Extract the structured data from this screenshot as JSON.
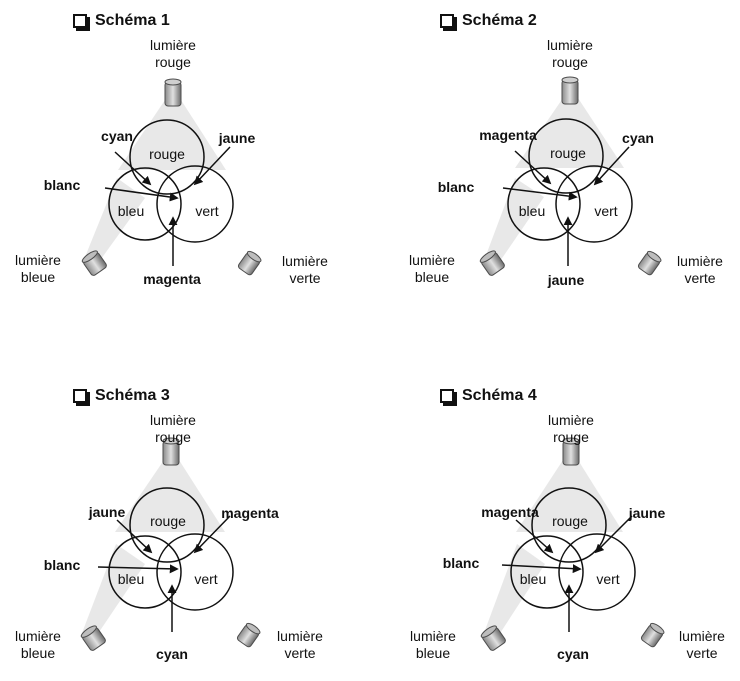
{
  "schemas": [
    {
      "title": "Schéma 1",
      "light_red": [
        "lumière",
        "rouge"
      ],
      "light_blue": [
        "lumière",
        "bleue"
      ],
      "light_green": [
        "lumière",
        "verte"
      ],
      "circle_labels": {
        "top": "rouge",
        "left": "bleu",
        "right": "vert"
      },
      "labels": {
        "top_left": "cyan",
        "top_right": "jaune",
        "left": "blanc",
        "bottom": "magenta"
      }
    },
    {
      "title": "Schéma 2",
      "light_red": [
        "lumière",
        "rouge"
      ],
      "light_blue": [
        "lumière",
        "bleue"
      ],
      "light_green": [
        "lumière",
        "verte"
      ],
      "circle_labels": {
        "top": "rouge",
        "left": "bleu",
        "right": "vert"
      },
      "labels": {
        "top_left": "magenta",
        "top_right": "cyan",
        "left": "blanc",
        "bottom": "jaune"
      }
    },
    {
      "title": "Schéma 3",
      "light_red": [
        "lumière",
        "rouge"
      ],
      "light_blue": [
        "lumière",
        "bleue"
      ],
      "light_green": [
        "lumière",
        "verte"
      ],
      "circle_labels": {
        "top": "rouge",
        "left": "bleu",
        "right": "vert"
      },
      "labels": {
        "top_left": "jaune",
        "top_right": "magenta",
        "left": "blanc",
        "bottom": "cyan"
      }
    },
    {
      "title": "Schéma 4",
      "light_red": [
        "lumière",
        "rouge"
      ],
      "light_blue": [
        "lumière",
        "bleue"
      ],
      "light_green": [
        "lumière",
        "verte"
      ],
      "circle_labels": {
        "top": "rouge",
        "left": "bleu",
        "right": "vert"
      },
      "labels": {
        "top_left": "magenta",
        "top_right": "jaune",
        "left": "blanc",
        "bottom": "cyan"
      }
    }
  ],
  "colors": {
    "stroke": "#111111",
    "beam": "#d6d6d6",
    "lamp_light": "#bdbdbd",
    "lamp_dark": "#5a5a5a"
  },
  "icons": {
    "title_box": "checkbox-icon",
    "lamp": "spotlight-icon"
  }
}
